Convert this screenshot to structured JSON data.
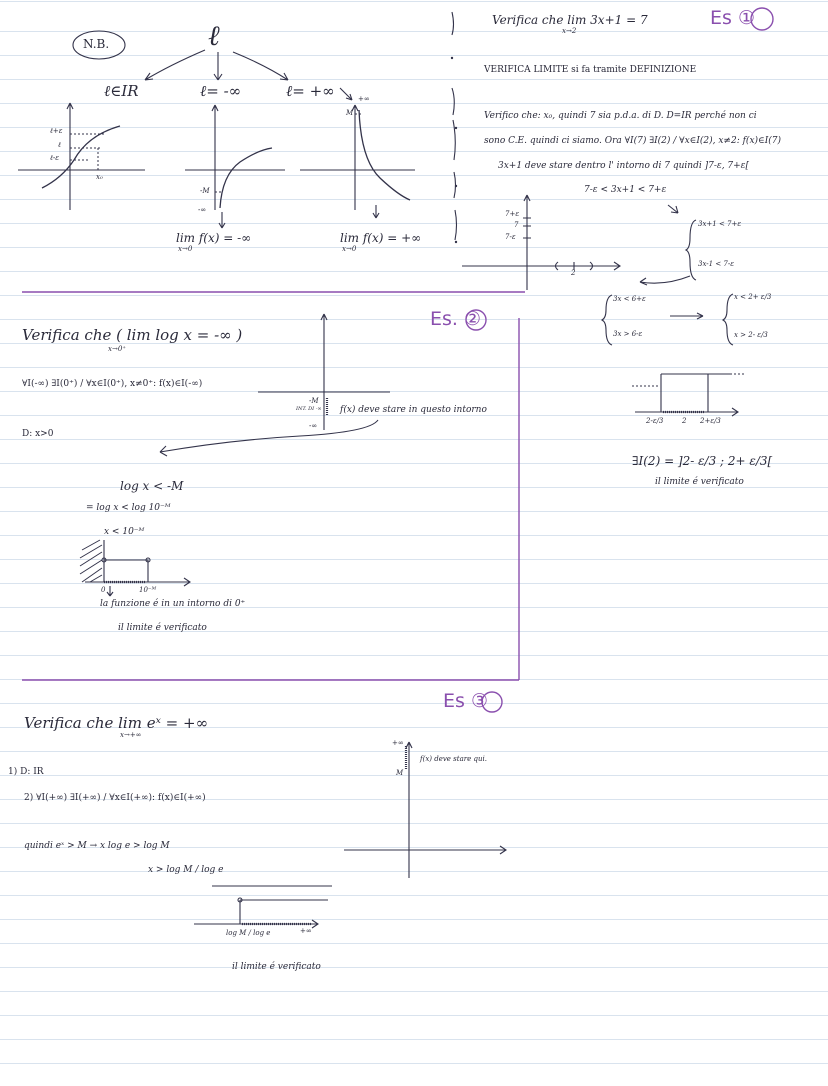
{
  "nb": {
    "label": "N.B.",
    "symbol": "ℓ",
    "cases": [
      "ℓ∈IR",
      "ℓ= -∞",
      "ℓ= +∞"
    ],
    "g1": {
      "l_plus": "ℓ+ε",
      "l": "ℓ",
      "l_minus": "ℓ-ε",
      "x0": "x₀"
    },
    "g2": {
      "neg_m": "-M",
      "neg_inf": "-∞",
      "conclusion": "lim f(x) = -∞",
      "sub": "x→0"
    },
    "g3": {
      "plus_inf": "+∞",
      "m": "M",
      "conclusion": "lim f(x) = +∞",
      "sub": "x→0"
    }
  },
  "es1": {
    "title": "Es ①",
    "heading": "Verifica che  lim 3x+1 = 7",
    "heading_sub": "x→2",
    "note": "VERIFICA LIMITE si fa tramite DEFINIZIONE",
    "line1": "Verifico che: x₀, quindi 7 sia p.d.a. di D. D=IR perché non ci",
    "line2": "sono C.E. quindi ci siamo. Ora ∀I(7) ∃I(2) / ∀x∈I(2), x≠2: f(x)∈I(7)",
    "line3": "3x+1 deve stare dentro l' intorno di 7 quindi ]7-ε, 7+ε[",
    "line4": "7-ε < 3x+1 < 7+ε",
    "sys1": [
      "3x+1 < 7+ε",
      "3x-1 < 7-ε"
    ],
    "sys2": [
      "3x < 6+ε",
      "3x > 6-ε"
    ],
    "sys3": [
      "x < 2+ ε/3",
      "x > 2- ε/3"
    ],
    "graph": {
      "y_top": "7+ε",
      "y_mid": "7",
      "y_bot": "7-ε",
      "x_label": "2"
    },
    "axis_labels": [
      "2-ε/3",
      "2",
      "2+ε/3"
    ],
    "result": "∃I(2) = ]2- ε/3 ; 2+ ε/3[",
    "conclusion": "il limite é verificato"
  },
  "es2": {
    "title": "Es. ②",
    "heading": "Verifica che ( lim log x = -∞ )",
    "heading_sub": "x→0⁺",
    "line1": "∀I(-∞) ∃I(0⁺) / ∀x∈I(0⁺), x≠0⁺: f(x)∈I(-∞)",
    "domain": "D: x>0",
    "step1": "log x < -M",
    "step2": "= log x < log 10⁻ᴹ",
    "step3": "x < 10⁻ᴹ",
    "graph_note": "f(x) deve stare in questo intorno",
    "graph_labels": {
      "neg_m": "-M",
      "int_di": "INT. DI -∞",
      "neg_inf": "-∞"
    },
    "axis_labels": [
      "0",
      "10⁻ᴹ"
    ],
    "line_after": "la funzione é in un intorno di 0⁺",
    "conclusion": "il limite é verificato"
  },
  "es3": {
    "title": "Es ③",
    "heading": "Verifica che  lim eˣ = +∞",
    "heading_sub": "x→+∞",
    "domain": "1) D: IR",
    "line2": "2) ∀I(+∞) ∃I(+∞) / ∀x∈I(+∞): f(x)∈I(+∞)",
    "step1": "quindi  eˣ > M → x log e > log M",
    "step2": "x > log M / log e",
    "graph_note": "f(x) deve stare qui.",
    "graph_labels": {
      "plus_inf": "+∞",
      "m": "M"
    },
    "axis_labels": [
      "log M / log e",
      "+∞"
    ],
    "conclusion": "il limite é verificato"
  }
}
